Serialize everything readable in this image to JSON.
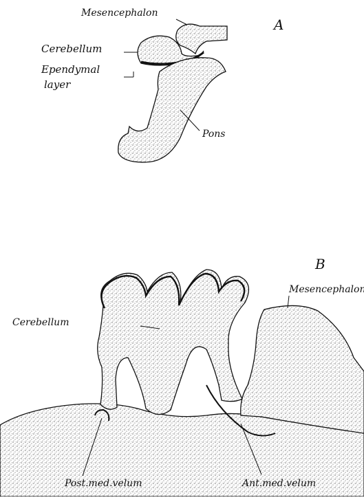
{
  "figure": {
    "panel_a": {
      "letter": "A",
      "labels": {
        "mesencephalon": "Mesencephalon",
        "cerebellum": "Cerebellum",
        "ependymal": "Ependymal",
        "layer": "layer",
        "pons": "Pons"
      }
    },
    "panel_b": {
      "letter": "B",
      "labels": {
        "mesencephalon": "Mesencephalon",
        "cerebellum": "Cerebellum",
        "post_med_velum": "Post.med.velum",
        "ant_med_velum": "Ant.med.velum"
      }
    }
  }
}
